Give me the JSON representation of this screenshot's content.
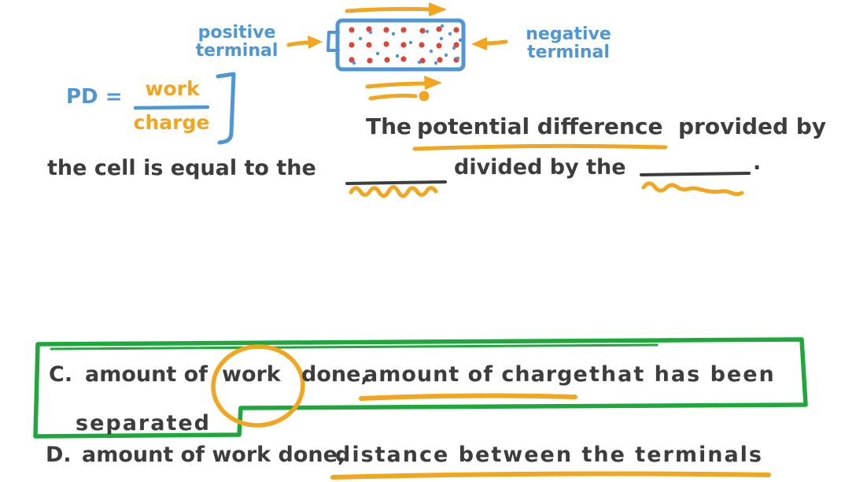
{
  "colors": {
    "blue": "#4e96d4",
    "orange": "#f2a51f",
    "green": "#1ea83c",
    "dark": "#3d3d3d",
    "red": "#d9473a",
    "bg": "#ffffff"
  },
  "icons": {
    "right_arrow": "→",
    "left_arrow": "←"
  },
  "diagram": {
    "positive_label": {
      "line1": "positive",
      "line2": "terminal"
    },
    "negative_label": {
      "line1": "negative",
      "line2": "terminal"
    }
  },
  "formula": {
    "lhs": "PD =",
    "numerator": "work",
    "denominator": "charge"
  },
  "question": {
    "line1": {
      "start": "The",
      "underlined": "potential difference",
      "end": "provided by"
    },
    "line2": {
      "start": "the cell is equal to the",
      "middle": "divided by the",
      "period": "."
    }
  },
  "options": {
    "c": {
      "label": "C.",
      "part1": "amount of",
      "circled": "work",
      "part2": "done,",
      "underlined": "amount of charge",
      "part3": "that has been",
      "line2": "separated"
    },
    "d": {
      "label": "D.",
      "part1": "amount of work done,",
      "underlined": "distance between the terminals"
    }
  }
}
